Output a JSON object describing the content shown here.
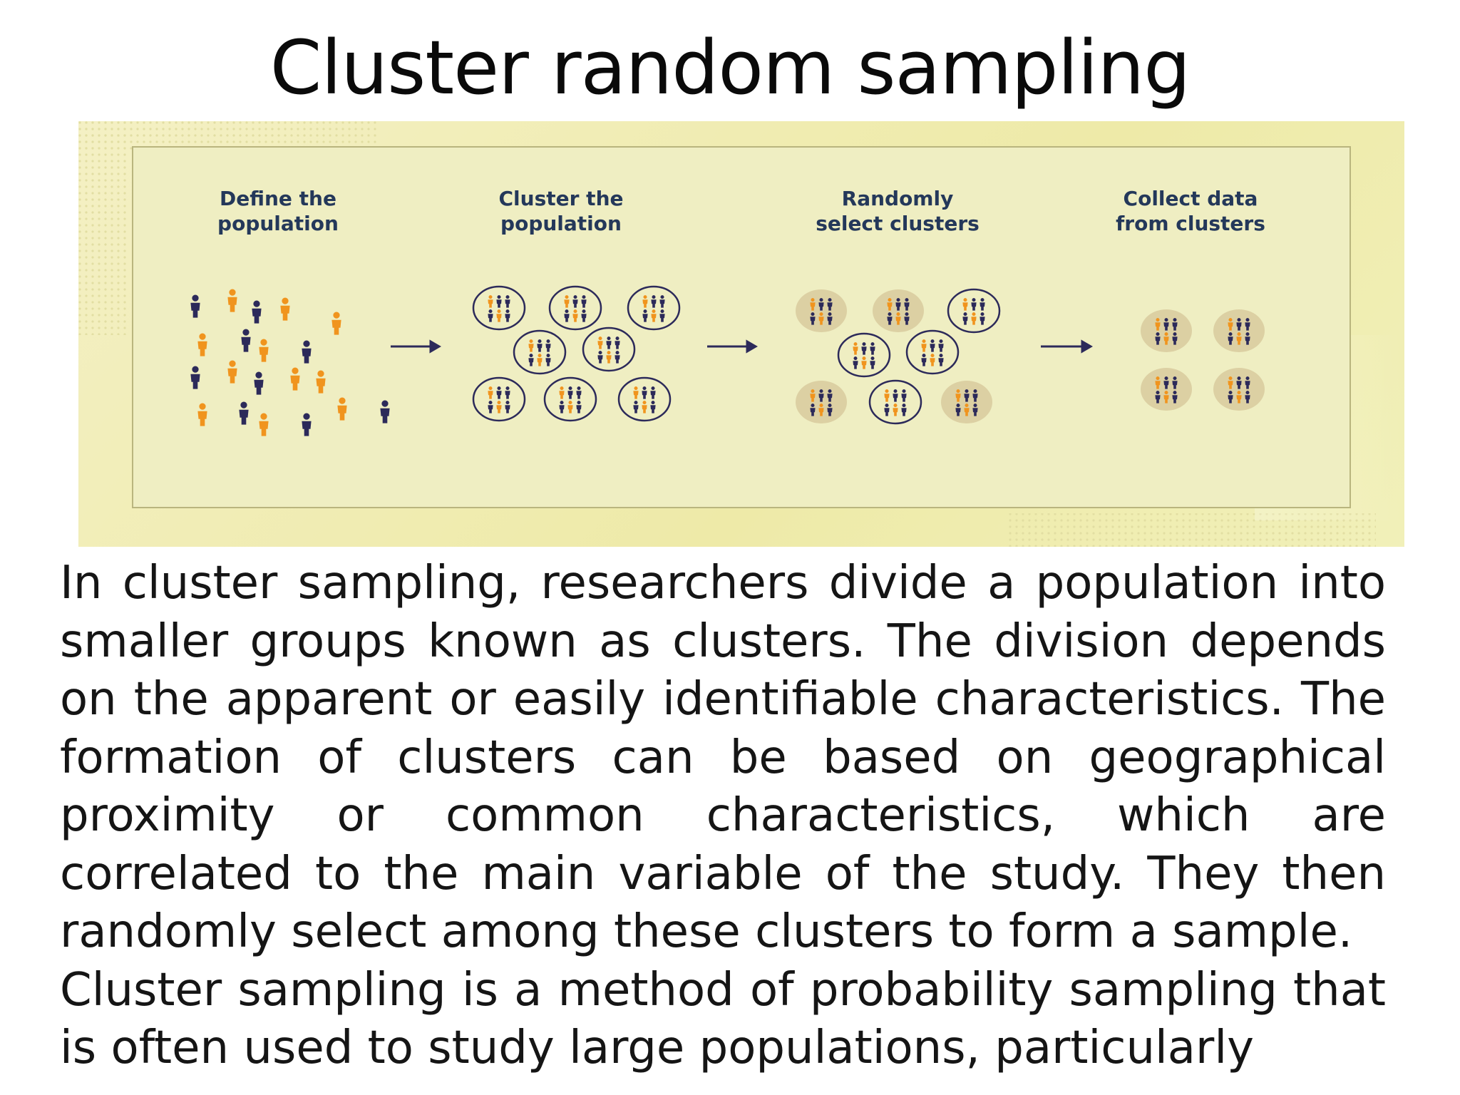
{
  "slide": {
    "title": "Cluster random sampling"
  },
  "figure": {
    "steps": [
      {
        "line1": "Define the",
        "line2": "population"
      },
      {
        "line1": "Cluster the",
        "line2": "population"
      },
      {
        "line1": "Randomly",
        "line2": "select clusters"
      },
      {
        "line1": "Collect data",
        "line2": "from clusters"
      }
    ],
    "colors": {
      "orange": "#f0941e",
      "navy": "#2c2a5a",
      "panel": "#efeec2",
      "border": "#b9b57e",
      "selected_fill": "#dcd0a3"
    }
  },
  "body": {
    "para1": "In cluster sampling, researchers divide a population into smaller groups known as clusters.  The division depends on the apparent or easily identifiable characteristics. The formation of clusters can be based on geographical proximity or common characteristics, which are correlated to the main variable of the study. They then randomly select among these clusters to form a sample.",
    "para2": "Cluster sampling is a method of probability sampling that is often used to study large populations, particularly"
  }
}
